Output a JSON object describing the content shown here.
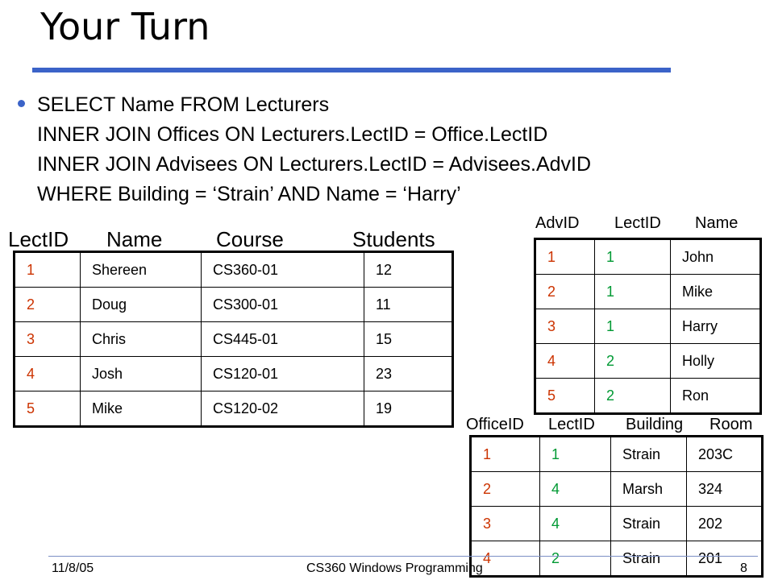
{
  "title": "Your Turn",
  "query": [
    "SELECT Name FROM Lecturers",
    "INNER JOIN Offices ON Lecturers.LectID = Office.LectID",
    "INNER JOIN Advisees ON Lecturers.LectID = Advisees.AdvID",
    "WHERE Building = ‘Strain’ AND Name = ‘Harry’"
  ],
  "lecturers": {
    "headers": [
      "LectID",
      "Name",
      "Course",
      "Students"
    ],
    "rows": [
      [
        "1",
        "Shereen",
        "CS360-01",
        "12"
      ],
      [
        "2",
        "Doug",
        "CS300-01",
        "11"
      ],
      [
        "3",
        "Chris",
        "CS445-01",
        "15"
      ],
      [
        "4",
        "Josh",
        "CS120-01",
        "23"
      ],
      [
        "5",
        "Mike",
        "CS120-02",
        "19"
      ]
    ]
  },
  "advisees": {
    "headers": [
      "AdvID",
      "LectID",
      "Name"
    ],
    "rows": [
      [
        "1",
        "1",
        "John"
      ],
      [
        "2",
        "1",
        "Mike"
      ],
      [
        "3",
        "1",
        "Harry"
      ],
      [
        "4",
        "2",
        "Holly"
      ],
      [
        "5",
        "2",
        "Ron"
      ]
    ]
  },
  "offices": {
    "headers": [
      "OfficeID",
      "LectID",
      "Building",
      "Room"
    ],
    "rows": [
      [
        "1",
        "1",
        "Strain",
        "203C"
      ],
      [
        "2",
        "4",
        "Marsh",
        "324"
      ],
      [
        "3",
        "4",
        "Strain",
        "202"
      ],
      [
        "4",
        "2",
        "Strain",
        "201"
      ]
    ]
  },
  "footer": {
    "date": "11/8/05",
    "course": "CS360 Windows Programming",
    "page": "8"
  },
  "colors": {
    "accent": "#3b63c8",
    "id": "#cc3300",
    "fk": "#009933"
  }
}
